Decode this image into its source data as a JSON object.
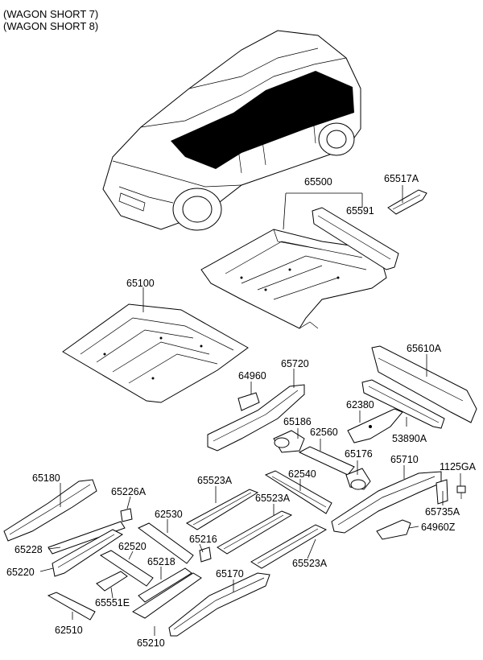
{
  "header": {
    "line1": "(WAGON SHORT 7)",
    "line2": "(WAGON SHORT 8)"
  },
  "parts": [
    "65500",
    "65517A",
    "65591",
    "65100",
    "65610A",
    "64960",
    "65720",
    "62380",
    "65186",
    "62560",
    "53890A",
    "65176",
    "65180",
    "65226A",
    "65523A",
    "62540",
    "65710",
    "1125GA",
    "65523A",
    "62530",
    "65228",
    "65735A",
    "64960Z",
    "65216",
    "62520",
    "65220",
    "65523A",
    "65218",
    "65551E",
    "65170",
    "62510",
    "65210"
  ]
}
